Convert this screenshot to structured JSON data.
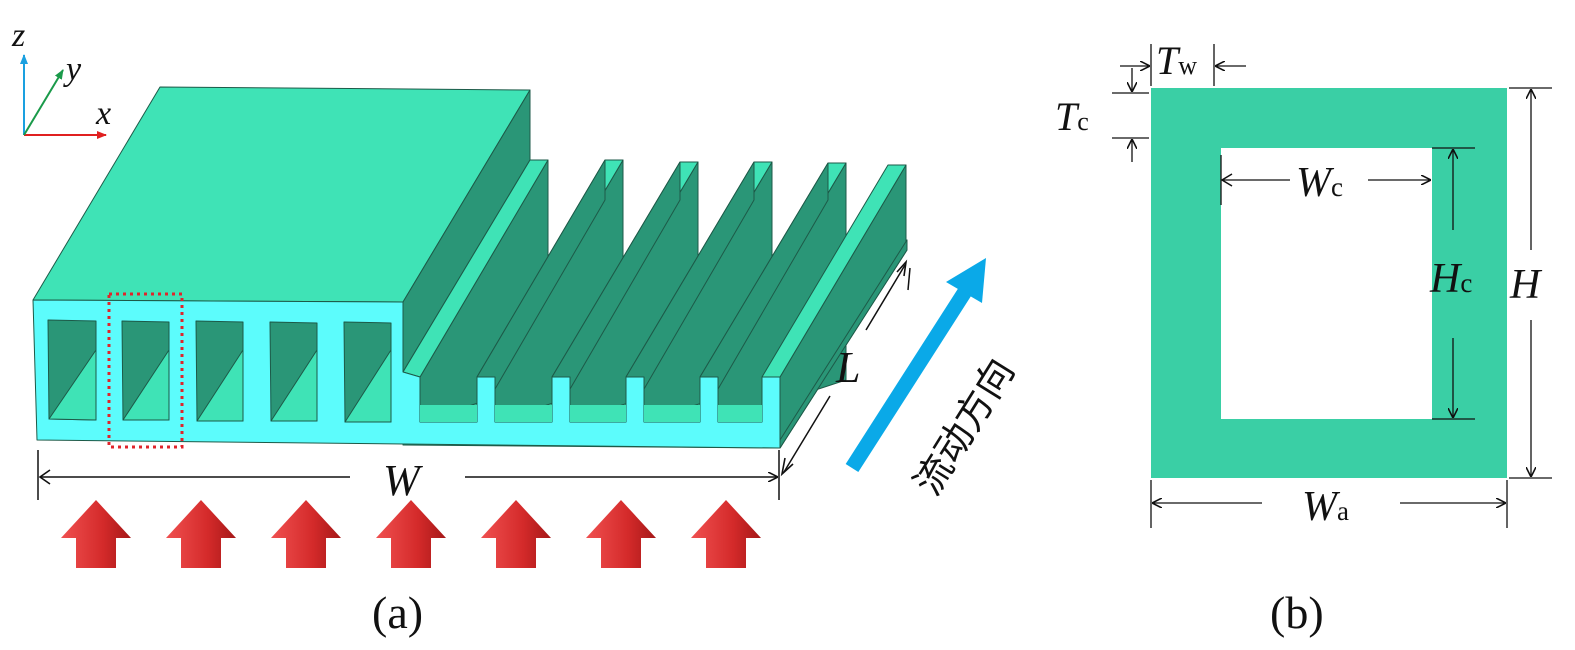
{
  "panel_a": {
    "caption": "(a)",
    "axes": {
      "z": "z",
      "y": "y",
      "x": "x"
    },
    "dim_W": "W",
    "dim_L": "L",
    "flow_label": "流动方向",
    "colors": {
      "top": "#3fe3b6",
      "side_dark": "#2a9677",
      "front": "#5cfcfc",
      "arrow_blue": "#0aa9e8",
      "arrow_red": "#e23b3b",
      "highlight_box": "#e0242b"
    },
    "heat_arrow_count": 7
  },
  "panel_b": {
    "caption": "(b)",
    "Tw": {
      "main": "T",
      "sub": "w"
    },
    "Tc": {
      "main": "T",
      "sub": "c"
    },
    "Wc": {
      "main": "W",
      "sub": "c"
    },
    "Hc": {
      "main": "H",
      "sub": "c"
    },
    "H": "H",
    "Wa": {
      "main": "W",
      "sub": "a"
    },
    "colors": {
      "wall": "#3acfa5"
    }
  }
}
